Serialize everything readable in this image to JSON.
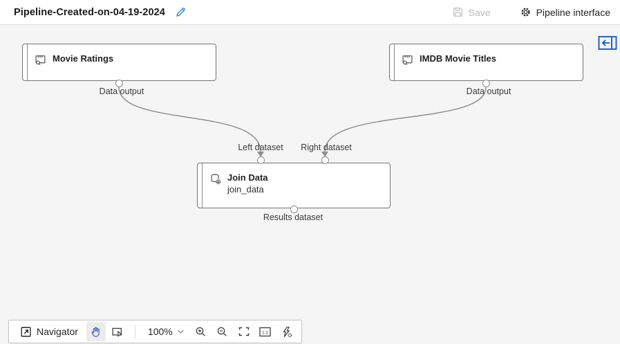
{
  "header": {
    "title": "Pipeline-Created-on-04-19-2024",
    "save_label": "Save",
    "pipeline_interface_label": "Pipeline interface"
  },
  "nodes": [
    {
      "title": "Movie Ratings",
      "output_label": "Data output"
    },
    {
      "title": "IMDB Movie Titles",
      "output_label": "Data output"
    },
    {
      "title": "Join Data",
      "subtitle": "join_data",
      "left_input_label": "Left dataset",
      "right_input_label": "Right dataset",
      "output_label": "Results dataset"
    }
  ],
  "toolbar": {
    "navigator_label": "Navigator",
    "zoom_value": "100%",
    "actual_size_label": "1:1"
  },
  "colors": {
    "accent_blue": "#2a6bc6",
    "edit_pencil_blue": "#2a7ad0",
    "node_border": "#767472",
    "connector_gray": "#908e8c",
    "canvas_bg": "#f5f5f5",
    "disabled_text": "#bdbbb9"
  }
}
